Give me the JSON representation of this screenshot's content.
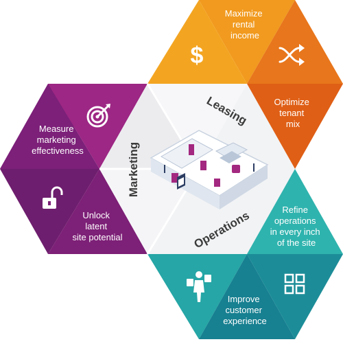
{
  "sections": {
    "leasing": {
      "label": "Leasing",
      "items": [
        {
          "icon": "dollar-icon",
          "text": [
            "Maximize",
            "rental",
            "income"
          ]
        },
        {
          "icon": "shuffle-icon",
          "text": []
        },
        {
          "icon": "",
          "text": [
            "Optimize",
            "tenant",
            "mix"
          ]
        }
      ]
    },
    "marketing": {
      "label": "Marketing",
      "items": [
        {
          "icon": "target-icon",
          "text": [
            "Measure",
            "marketing",
            "effectiveness"
          ]
        },
        {
          "icon": "unlock-icon",
          "text": []
        },
        {
          "icon": "",
          "text": [
            "Unlock",
            "latent",
            "site potential"
          ]
        }
      ]
    },
    "operations": {
      "label": "Operations",
      "items": [
        {
          "icon": "",
          "text": [
            "Refine",
            "operations",
            "in every inch",
            "of the site"
          ]
        },
        {
          "icon": "grid-icon",
          "text": []
        },
        {
          "icon": "shopper-icon",
          "text": []
        },
        {
          "icon": "",
          "text": [
            "Improve",
            "customer",
            "experience"
          ]
        }
      ]
    }
  },
  "colors": {
    "orange_light": "#f4a220",
    "orange_mid": "#ee7f1c",
    "orange_dark": "#e05a12",
    "orange_red": "#d9481a",
    "purple_light": "#8e2a8a",
    "purple_mid": "#7a1f77",
    "purple_dark": "#651a64",
    "magenta": "#a3287f",
    "teal_light": "#34b7b0",
    "teal_mid": "#1c9a9e",
    "teal_dark": "#137b86",
    "teal_blue": "#167f92",
    "center_bg": "#f3f4f6",
    "label_text": "#3b3b3b"
  }
}
